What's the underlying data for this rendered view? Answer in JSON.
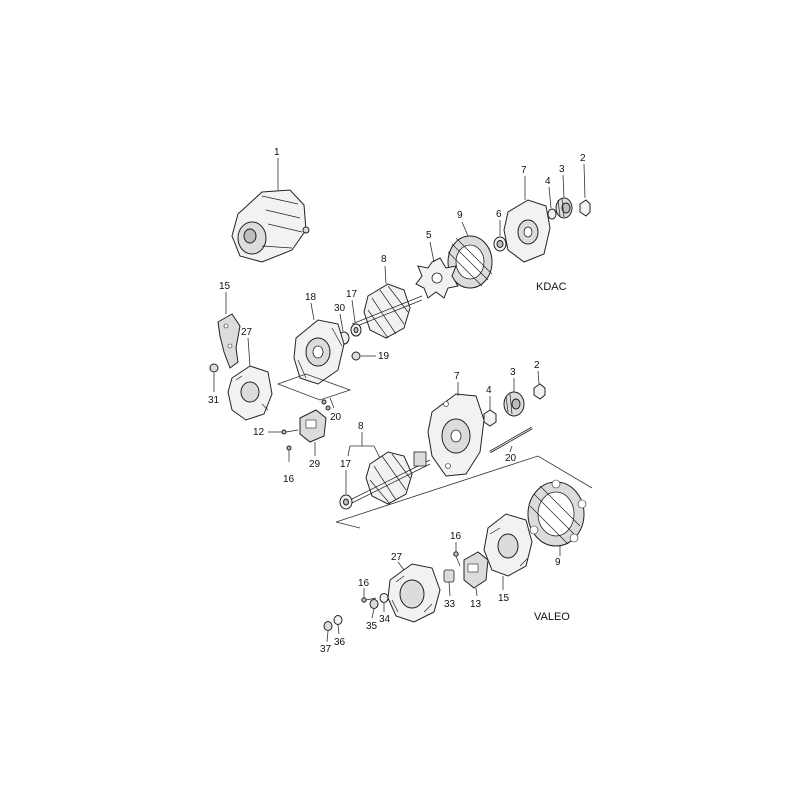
{
  "variants": {
    "kdac": "KDAC",
    "valeo": "VALEO"
  },
  "callouts": {
    "c1": "1",
    "c2a": "2",
    "c3a": "3",
    "c4a": "4",
    "c5": "5",
    "c6": "6",
    "c7a": "7",
    "c8a": "8",
    "c9a": "9",
    "c15a": "15",
    "c17a": "17",
    "c18": "18",
    "c19": "19",
    "c20a": "20",
    "c27a": "27",
    "c29": "29",
    "c30": "30",
    "c31": "31",
    "c12": "12",
    "c16a": "16",
    "c7b": "7",
    "c4b": "4",
    "c3b": "3",
    "c2b": "2",
    "c8b": "8",
    "c17b": "17",
    "c20b": "20",
    "c9b": "9",
    "c16b": "16",
    "c27b": "27",
    "c16c": "16",
    "c33": "33",
    "c13": "13",
    "c15b": "15",
    "c35": "35",
    "c34": "34",
    "c37": "37",
    "c36": "36"
  }
}
